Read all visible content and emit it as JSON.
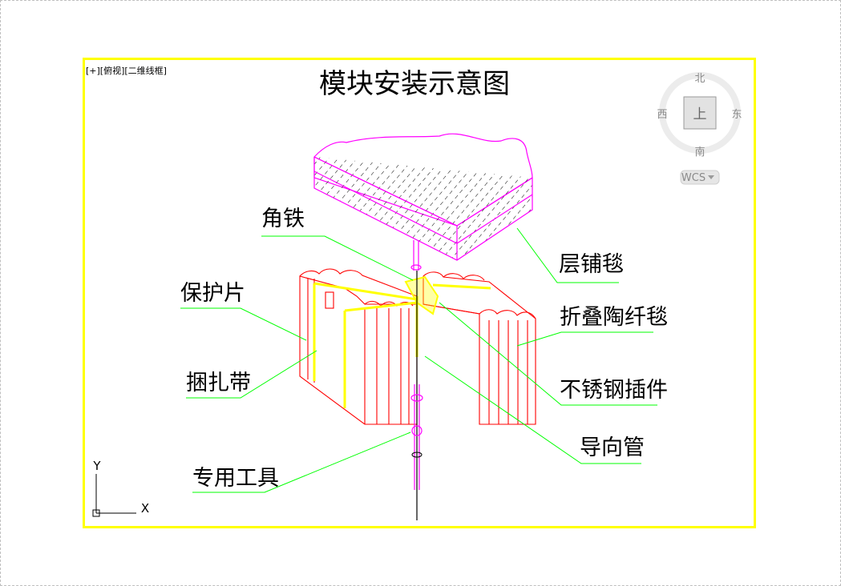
{
  "viewport": {
    "label": "[+][俯视][二维线框]",
    "border_color": "#ffff00"
  },
  "title": "模块安装示意图",
  "callouts": {
    "blanket_layer": "层铺毯",
    "angle_iron": "角铁",
    "protective_plate": "保护片",
    "folded_fiber_blanket": "折叠陶纤毯",
    "strapping_band": "捆扎带",
    "stainless_insert": "不锈钢插件",
    "guide_tube": "导向管",
    "special_tool": "专用工具"
  },
  "view_cube": {
    "top_face": "上",
    "north": "北",
    "south": "南",
    "east": "东",
    "west": "西",
    "coord_system": "WCS"
  },
  "ucs": {
    "x_label": "X",
    "y_label": "Y"
  },
  "colors": {
    "module_lines": "#ff0000",
    "blanket_lines": "#ff00ff",
    "leader_lines": "#00ff00",
    "highlight": "#ffff00",
    "text": "#000000"
  }
}
